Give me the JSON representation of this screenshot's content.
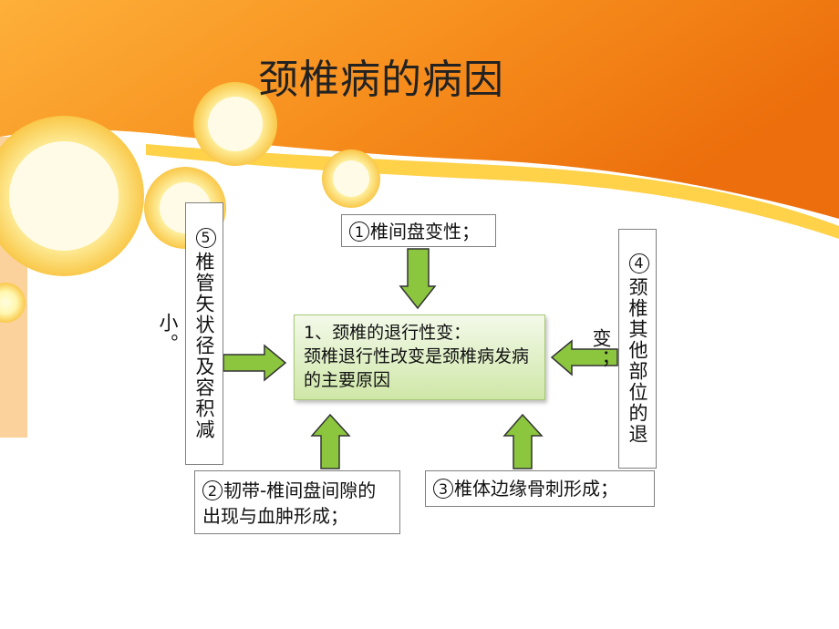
{
  "title": "颈椎病的病因",
  "center": {
    "heading": "1、颈椎的退行性变：",
    "body": "颈椎退行性改变是颈椎病发病的主要原因"
  },
  "cause1": {
    "num": "1",
    "text": "椎间盘变性；"
  },
  "cause2": {
    "num": "2",
    "text": "韧带-椎间盘间隙的出现与血肿形成；"
  },
  "cause3": {
    "num": "3",
    "text": "椎体边缘骨刺形成；"
  },
  "cause4": {
    "num": "4",
    "text": "颈椎其他部位的退变；"
  },
  "cause5": {
    "num": "5",
    "text": "椎管矢状径及容积减小。"
  },
  "colors": {
    "orange": "#f07a10",
    "yellow": "#ffcc33",
    "arrow_fill": "#8cc63f",
    "arrow_stroke": "#333333"
  }
}
